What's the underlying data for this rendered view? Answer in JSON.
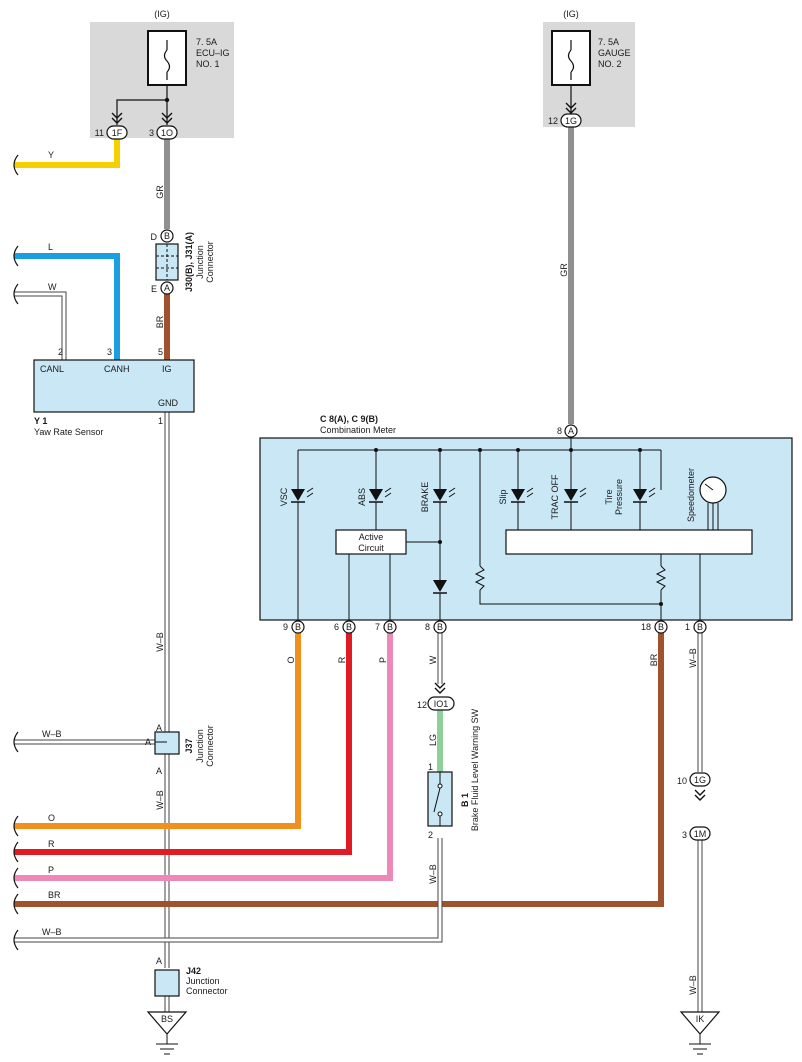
{
  "colors": {
    "Y": "#f5d000",
    "L": "#1aa0e0",
    "W": "#ffffff",
    "GR": "#909090",
    "BR": "#a0522d",
    "O": "#f2901e",
    "R": "#e01b24",
    "P": "#ee88b8",
    "LG": "#8fcf9a",
    "box_fill": "#c9e7f5",
    "fuse_bg": "#d9d9d9"
  },
  "fuses": {
    "left": {
      "ig": "(IG)",
      "rating": "7. 5A",
      "name1": "ECU–IG",
      "name2": "NO. 1"
    },
    "right": {
      "ig": "(IG)",
      "rating": "7. 5A",
      "name1": "GAUGE",
      "name2": "NO. 2"
    }
  },
  "connectors": {
    "c11_pin": "11",
    "c11_id": "1F",
    "c3_pin": "3",
    "c3_id": "1O",
    "c12_pin": "12",
    "c12_id": "1G",
    "j30_top_pin": "D",
    "j30_top_id": "B",
    "j30_bot_pin": "E",
    "j30_bot_id": "A",
    "j30_label": "J30(B), J31(A)",
    "j30_sub1": "Junction",
    "j30_sub2": "Connector",
    "io1_pin": "12",
    "io1_id": "IO1",
    "c10_pin": "10",
    "c10_id": "1G",
    "c3m_pin": "3",
    "c3m_id": "1M"
  },
  "wire_labels": {
    "Y": "Y",
    "L": "L",
    "W": "W",
    "GR_left": "GR",
    "GR_right": "GR",
    "BR_top": "BR",
    "WB_mid": "W–B",
    "WB_low": "W–B",
    "O": "O",
    "R": "R",
    "P": "P",
    "W_meter": "W",
    "BR_meter": "BR",
    "WB_meter": "W–B",
    "LG": "LG",
    "WB_sw": "W–B",
    "h_WB_j37": "W–B",
    "h_O": "O",
    "h_R": "R",
    "h_P": "P",
    "h_BR": "BR",
    "h_WB_bottom": "W–B",
    "WB_right_low": "W–B"
  },
  "yaw_sensor": {
    "id": "Y 1",
    "name": "Yaw Rate Sensor",
    "pins": {
      "canl": "2",
      "canh": "3",
      "ig": "5",
      "gnd": "1"
    },
    "labels": {
      "canl": "CANL",
      "canh": "CANH",
      "ig": "IG",
      "gnd": "GND"
    }
  },
  "meter": {
    "id": "C 8(A), C 9(B)",
    "name": "Combination Meter",
    "top_pin": "8",
    "top_conn": "A",
    "indicators": [
      "VSC",
      "ABS",
      "BRAKE",
      "Slip",
      "TRAC OFF"
    ],
    "tire_pressure_1": "Tire",
    "tire_pressure_2": "Pressure",
    "speedometer": "Speedometer",
    "active_circuit_1": "Active",
    "active_circuit_2": "Circuit",
    "bottom_pins": [
      {
        "pin": "9",
        "conn": "B"
      },
      {
        "pin": "6",
        "conn": "B"
      },
      {
        "pin": "7",
        "conn": "B"
      },
      {
        "pin": "8",
        "conn": "B"
      },
      {
        "pin": "18",
        "conn": "B"
      },
      {
        "pin": "1",
        "conn": "B"
      }
    ]
  },
  "j37": {
    "id": "J37",
    "sub1": "Junction",
    "sub2": "Connector",
    "pin_top": "A",
    "pin_left": "A",
    "pin_bottom": "A"
  },
  "j42": {
    "id": "J42",
    "sub1": "Junction",
    "sub2": "Connector",
    "pin": "A"
  },
  "brake_sw": {
    "id": "B 1",
    "name": "Brake Fluid Level Warning SW",
    "pin1": "1",
    "pin2": "2"
  },
  "grounds": {
    "left": "BS",
    "right": "IK"
  }
}
